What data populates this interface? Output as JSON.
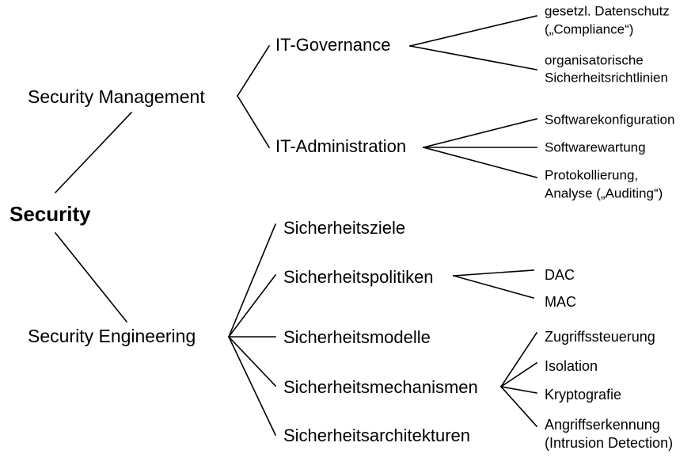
{
  "diagram": {
    "title": "Security",
    "type": "mind-map-tree",
    "background_color": "#ffffff",
    "line_color": "#000000",
    "text_color": "#000000",
    "root": {
      "label": "Security",
      "id": "security"
    },
    "branches": [
      {
        "id": "security-management",
        "label": "Security Management",
        "children": [
          {
            "id": "it-governance",
            "label": "IT-Governance",
            "children": [
              {
                "id": "gesetzl-datenschutz",
                "line1": "gesetzl. Datenschutz",
                "line2": "(„Compliance“)"
              },
              {
                "id": "organisatorische-sicherheitsrichtlinien",
                "line1": "organisatorische",
                "line2": "Sicherheitsrichtlinien"
              }
            ]
          },
          {
            "id": "it-administration",
            "label": "IT-Administration",
            "children": [
              {
                "id": "softwarekonfiguration",
                "line1": "Softwarekonfiguration",
                "line2": ""
              },
              {
                "id": "softwarewartung",
                "line1": "Softwarewartung",
                "line2": ""
              },
              {
                "id": "protokollierung-analyse",
                "line1": "Protokollierung,",
                "line2": "Analyse („Auditing“)"
              }
            ]
          }
        ]
      },
      {
        "id": "security-engineering",
        "label": "Security Engineering",
        "children": [
          {
            "id": "sicherheitsziele",
            "label": "Sicherheitsziele",
            "children": []
          },
          {
            "id": "sicherheitspolitiken",
            "label": "Sicherheitspolitiken",
            "children": [
              {
                "id": "dac",
                "line1": "DAC",
                "line2": ""
              },
              {
                "id": "mac",
                "line1": "MAC",
                "line2": ""
              }
            ]
          },
          {
            "id": "sicherheitsmodelle",
            "label": "Sicherheitsmodelle",
            "children": []
          },
          {
            "id": "sicherheitsmechanismen",
            "label": "Sicherheitsmechanismen",
            "children": [
              {
                "id": "zugriffssteuerung",
                "line1": "Zugriffssteuerung",
                "line2": ""
              },
              {
                "id": "isolation",
                "line1": "Isolation",
                "line2": ""
              },
              {
                "id": "kryptografie",
                "line1": "Kryptografie",
                "line2": ""
              },
              {
                "id": "angriffserkennung",
                "line1": "Angriffserkennung",
                "line2": "(Intrusion Detection)"
              }
            ]
          },
          {
            "id": "sicherheitsarchitekturen",
            "label": "Sicherheitsarchitekturen",
            "children": []
          }
        ]
      }
    ]
  }
}
